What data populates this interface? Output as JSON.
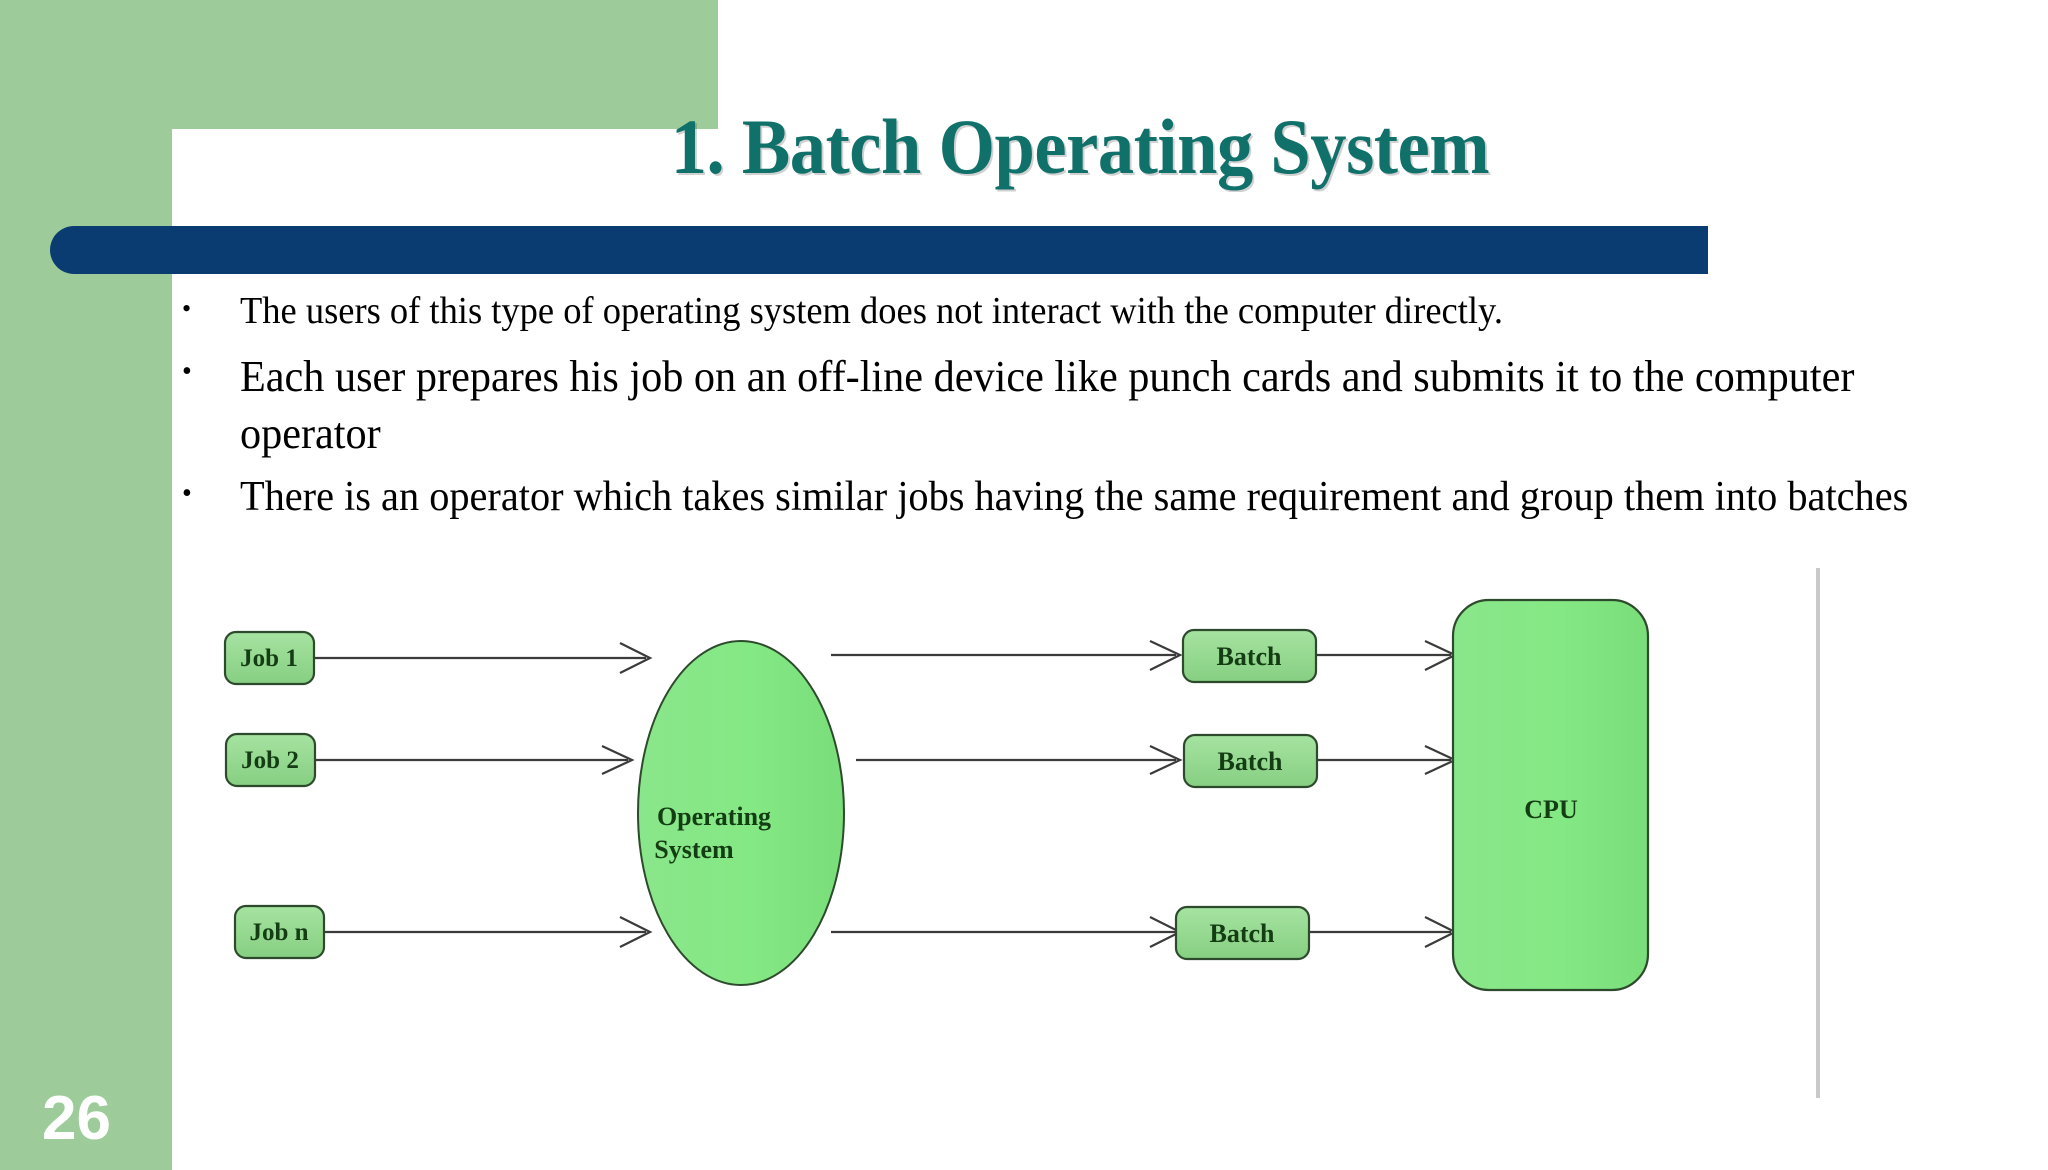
{
  "slide": {
    "title": "1. Batch Operating System",
    "page_number": "26"
  },
  "colors": {
    "title_teal": "#10706a",
    "bar_navy": "#0a3c72",
    "accent_green": "#9dcc9a",
    "diagram_node_green": "#8fe08f",
    "diagram_box_green": "#8fd08c",
    "diagram_border": "#2d4a2d",
    "arrow_gray": "#3b3b3b",
    "body_text": "#000000",
    "page_number_text": "#ffffff"
  },
  "bullets": [
    {
      "marker": "•",
      "text": "The users of this type of operating system does not interact with the computer directly."
    },
    {
      "marker": "•",
      "text": "Each user prepares his job on an off-line device like punch cards and submits it to the computer operator"
    },
    {
      "marker": "•",
      "text": "There is an operator which takes similar jobs having the same requirement and group them into batches"
    }
  ],
  "diagram": {
    "jobs": [
      {
        "label": "Job 1"
      },
      {
        "label": "Job 2"
      },
      {
        "label": "Job n"
      }
    ],
    "os_node": {
      "line1": "Operating",
      "line2": "System"
    },
    "batches": [
      {
        "label": "Batch"
      },
      {
        "label": "Batch"
      },
      {
        "label": "Batch"
      }
    ],
    "cpu": {
      "label": "CPU"
    }
  }
}
